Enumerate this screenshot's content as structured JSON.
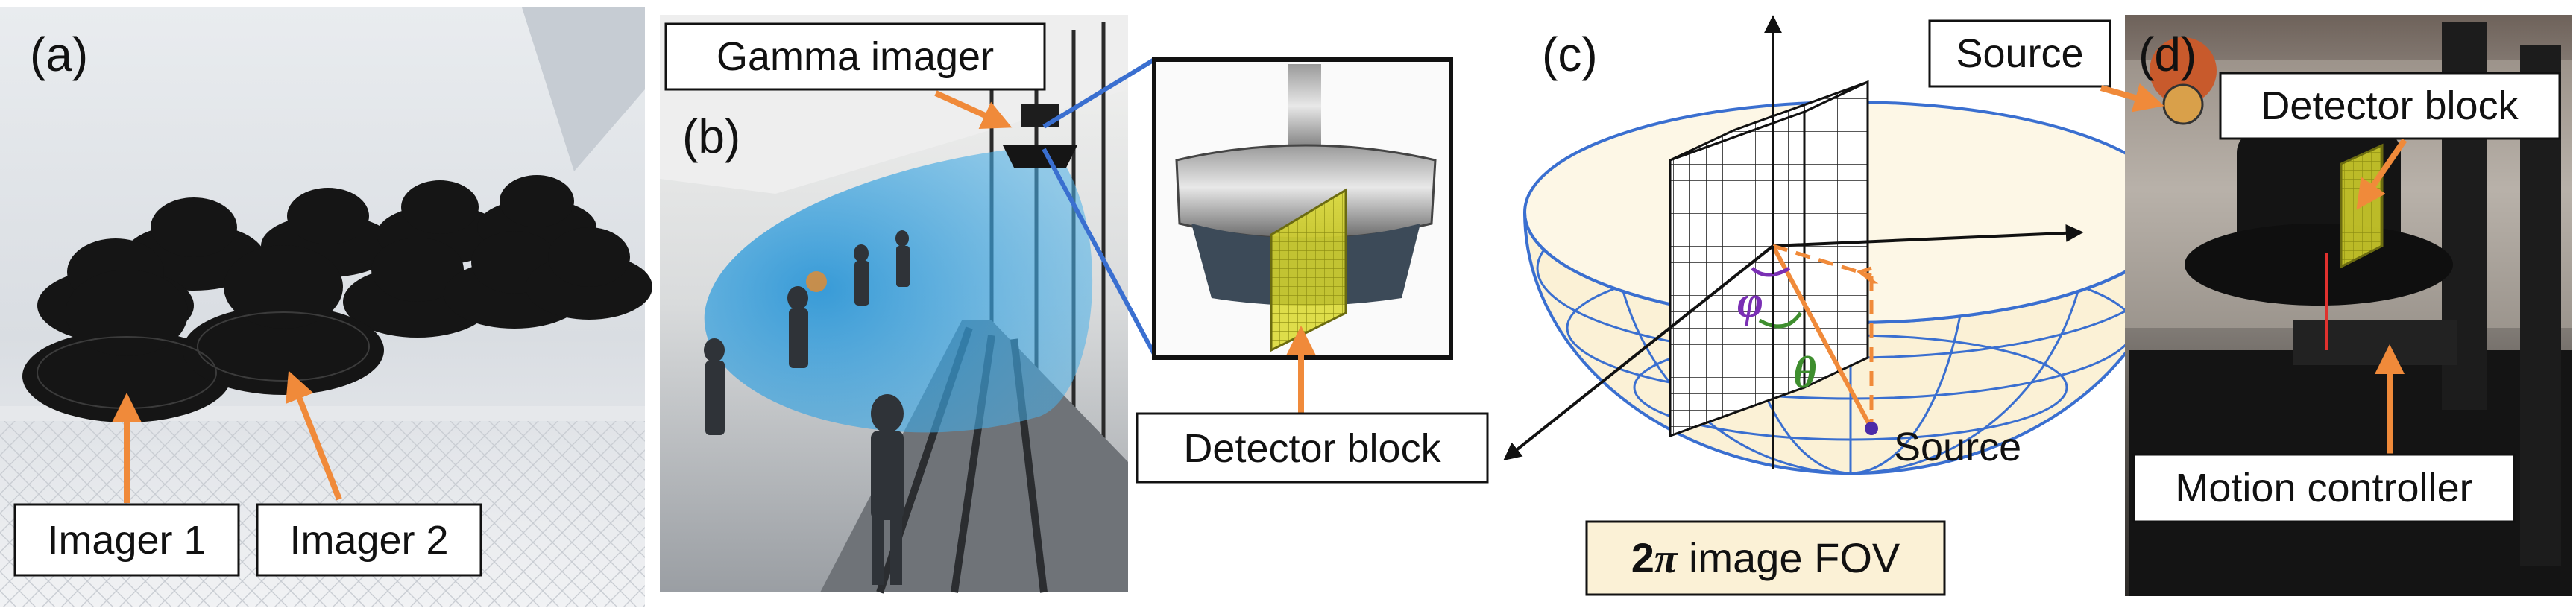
{
  "panels": {
    "a": {
      "tag": "(a)",
      "labels": {
        "imager1": "Imager 1",
        "imager2": "Imager 2"
      }
    },
    "b": {
      "tag": "(b)",
      "labels": {
        "gamma_imager": "Gamma imager",
        "detector_block": "Detector block"
      }
    },
    "c": {
      "tag": "(c)",
      "labels": {
        "phi": "φ",
        "theta": "θ",
        "source": "Source",
        "fov_prefix": "2",
        "fov_pi": "π",
        "fov_suffix": " image FOV"
      }
    },
    "d": {
      "tag": "(d)",
      "labels": {
        "source": "Source",
        "detector_block": "Detector block",
        "motion_controller": "Motion controller"
      }
    }
  },
  "colors": {
    "arrow_orange": "#f08a3a",
    "phi_purple": "#7a2fb4",
    "theta_green": "#3e8e2e",
    "fov_blue": "#3a7bd5",
    "hemisphere_fill": "#fbf1d6",
    "detector_yellow": "#d8d92a",
    "source_dot": "#4b2aa8"
  }
}
